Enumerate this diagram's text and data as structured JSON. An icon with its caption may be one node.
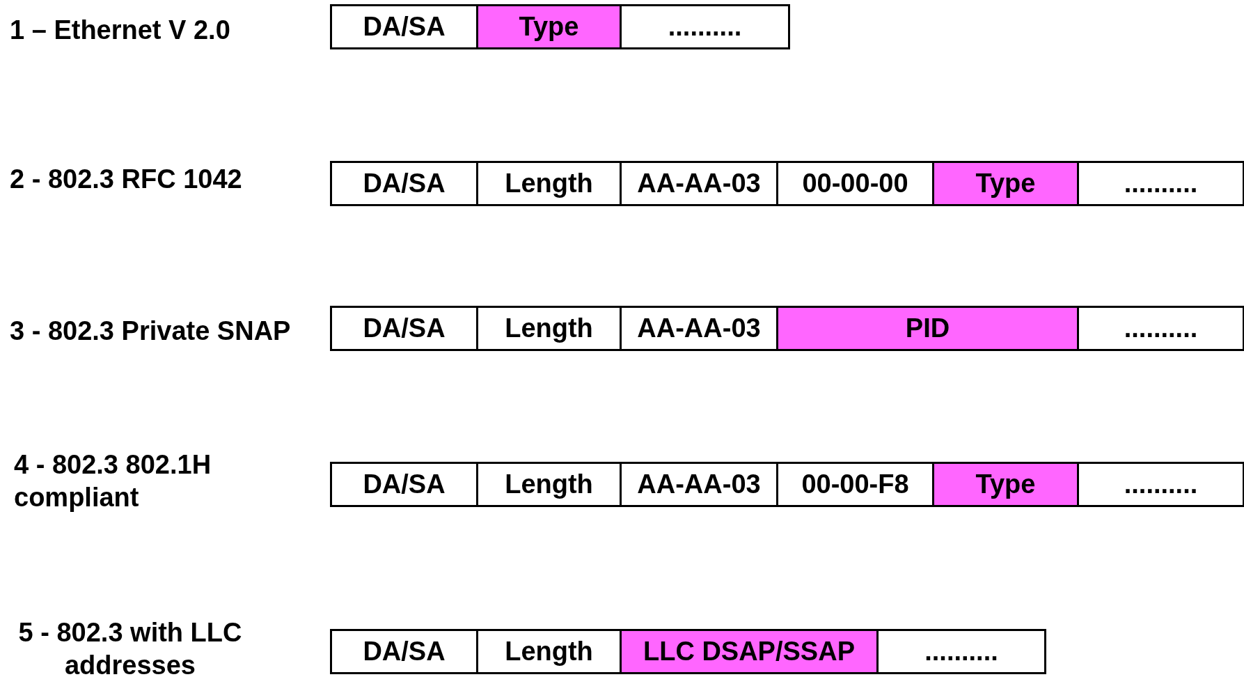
{
  "diagram": {
    "nodes": [
      {
        "text": [
          "DA/SA"
        ]
      },
      {
        "text": [
          "Type"
        ]
      },
      {
        "text": [
          ".........."
        ]
      },
      {
        "text": [
          "DA/SA"
        ]
      },
      {
        "text": [
          "Length"
        ]
      },
      {
        "text": [
          "AA-AA-03"
        ]
      },
      {
        "text": [
          "00-00-00"
        ]
      },
      {
        "text": [
          "Type"
        ]
      },
      {
        "text": [
          ".........."
        ]
      },
      {
        "text": [
          "DA/SA"
        ]
      },
      {
        "text": [
          "Length"
        ]
      },
      {
        "text": [
          "AA-AA-03"
        ]
      },
      {
        "text": [
          "PID"
        ]
      },
      {
        "text": [
          ".........."
        ]
      },
      {
        "text": [
          "DA/SA"
        ]
      },
      {
        "text": [
          "Length"
        ]
      },
      {
        "text": [
          "AA-AA-03"
        ]
      },
      {
        "text": [
          "00-00-F8"
        ]
      },
      {
        "text": [
          "Type"
        ]
      },
      {
        "text": [
          ".........."
        ]
      },
      {
        "text": [
          "DA/SA"
        ]
      },
      {
        "text": [
          "Length"
        ]
      },
      {
        "text": [
          "LLC DSAP/SSAP"
        ]
      },
      {
        "text": [
          ".........."
        ]
      }
    ],
    "labels": [
      "1 – Ethernet V 2.0",
      "2 - 802.3 RFC 1042",
      "3 - 802.3 Private SNAP",
      "4 - 802.3 802.1H compliant",
      "5 - 802.3 with LLC addresses"
    ]
  }
}
